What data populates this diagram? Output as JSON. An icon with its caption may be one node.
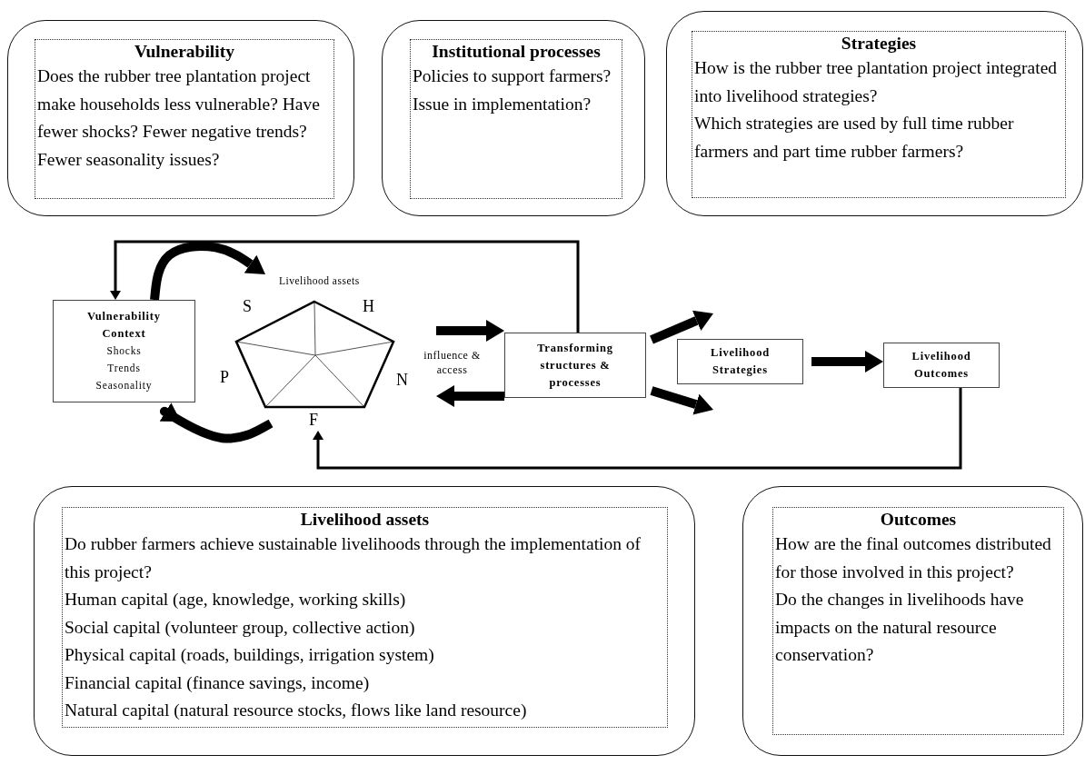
{
  "diagram": {
    "nodes": [
      {
        "text": [
          "Vulnerability",
          "Does the rubber tree plantation project make households less vulnerable? Have fewer shocks? Fewer negative trends? Fewer seasonality issues?"
        ]
      },
      {
        "text": [
          "Institutional processes",
          "Policies to support farmers? Issue in implementation?"
        ]
      },
      {
        "text": [
          "Strategies",
          "How is the rubber tree plantation project integrated into livelihood strategies?",
          "Which strategies are used by full time rubber farmers and part time rubber farmers?"
        ]
      },
      {
        "text": [
          "Vulnerability Context",
          "Shocks",
          "Trends",
          "Seasonality"
        ]
      },
      {
        "text": [
          "Livelihood assets"
        ],
        "beside": [
          "S",
          "H",
          "P",
          "N",
          "F"
        ]
      },
      {
        "text": [
          "Transforming structures & processes"
        ]
      },
      {
        "text": [
          "Livelihood Strategies"
        ]
      },
      {
        "text": [
          "Livelihood Outcomes"
        ]
      },
      {
        "text": [
          "Livelihood assets",
          "Do rubber farmers achieve sustainable livelihoods through the implementation of this project?",
          "Human capital (age, knowledge, working skills)",
          "Social capital (volunteer group, collective action)",
          "Physical capital (roads, buildings, irrigation system)",
          "Financial capital (finance savings, income)",
          "Natural capital (natural resource stocks, flows like land resource)"
        ]
      },
      {
        "text": [
          "Outcomes",
          "How are the final outcomes distributed for those involved in this project?",
          "Do the changes in livelihoods have impacts on the natural resource conservation?"
        ]
      }
    ],
    "edges": [
      {
        "from": 5,
        "to": 3,
        "arrow": "to"
      },
      {
        "from": 3,
        "to": 4,
        "arrow": "to"
      },
      {
        "from": 4,
        "to": 3,
        "arrow": "to"
      },
      {
        "from": 4,
        "to": 5,
        "arrow": "to"
      },
      {
        "from": 5,
        "to": 4,
        "arrow": "to"
      },
      {
        "from": 5,
        "to": 6,
        "arrow": "to"
      },
      {
        "from": 5,
        "to": 6,
        "arrow": "to"
      },
      {
        "from": 6,
        "to": 7,
        "arrow": "to"
      },
      {
        "from": 7,
        "to": 4,
        "arrow": "to"
      }
    ],
    "labels": [
      "influence & access"
    ]
  }
}
